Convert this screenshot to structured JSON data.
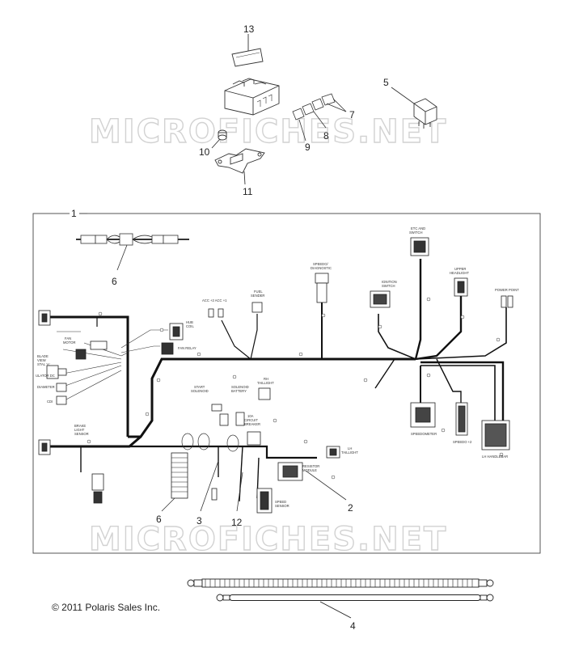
{
  "callouts": {
    "c1": "1",
    "c2": "2",
    "c3": "3",
    "c4": "4",
    "c5": "5",
    "c6a": "6",
    "c6b": "6",
    "c7": "7",
    "c8": "8",
    "c9": "9",
    "c10": "10",
    "c11": "11",
    "c12": "12",
    "c13": "13"
  },
  "watermark": "MICROFICHES.NET",
  "labels": {
    "etc_switch": [
      "ETC AND",
      "SWITCH"
    ],
    "diagnostic": [
      "SPEEDO/",
      "DIAGNOSTIC"
    ],
    "ignition": [
      "IGNITION",
      "SWITCH"
    ],
    "upper_headlight": [
      "UPPER",
      "HEADLIGHT"
    ],
    "power_point": "POWER POINT",
    "fuel_sender": [
      "FUEL",
      "SENDER"
    ],
    "acc": "ACC +2  ACC +1",
    "hub_coil": [
      "HUB",
      "COIL"
    ],
    "fan_relay": "FAN RELAY",
    "fan_motor": [
      "FAN",
      "MOTOR"
    ],
    "blade_view": [
      "BLADE",
      "VIEW",
      "STAL 'A'"
    ],
    "regulator": "ULATOR DC",
    "diameter": "DIAMETER",
    "cdi": "CDI",
    "brake_light": [
      "BRAKE",
      "LIGHT",
      "SENSOR"
    ],
    "start_solenoid": [
      "START",
      "SOLENOID"
    ],
    "solenoid_battery": [
      "SOLENOID",
      "BATTERY"
    ],
    "rh_taillight": [
      "RH",
      "TAILLIGHT"
    ],
    "circuit_breaker": [
      "10A",
      "CIRCUIT",
      "BREAKER"
    ],
    "lh_taillight": [
      "LH",
      "TAILLIGHT"
    ],
    "resistor_module": [
      "RESISTOR",
      "MODULE"
    ],
    "speed_sensor": [
      "SPEED",
      "SENSOR"
    ],
    "speedometer": "SPEEDOMETER",
    "lh_handlebar": "LH HANDLEBAR",
    "speedo2": "SPEEDO +2"
  },
  "copyright": "© 2011 Polaris Sales Inc."
}
